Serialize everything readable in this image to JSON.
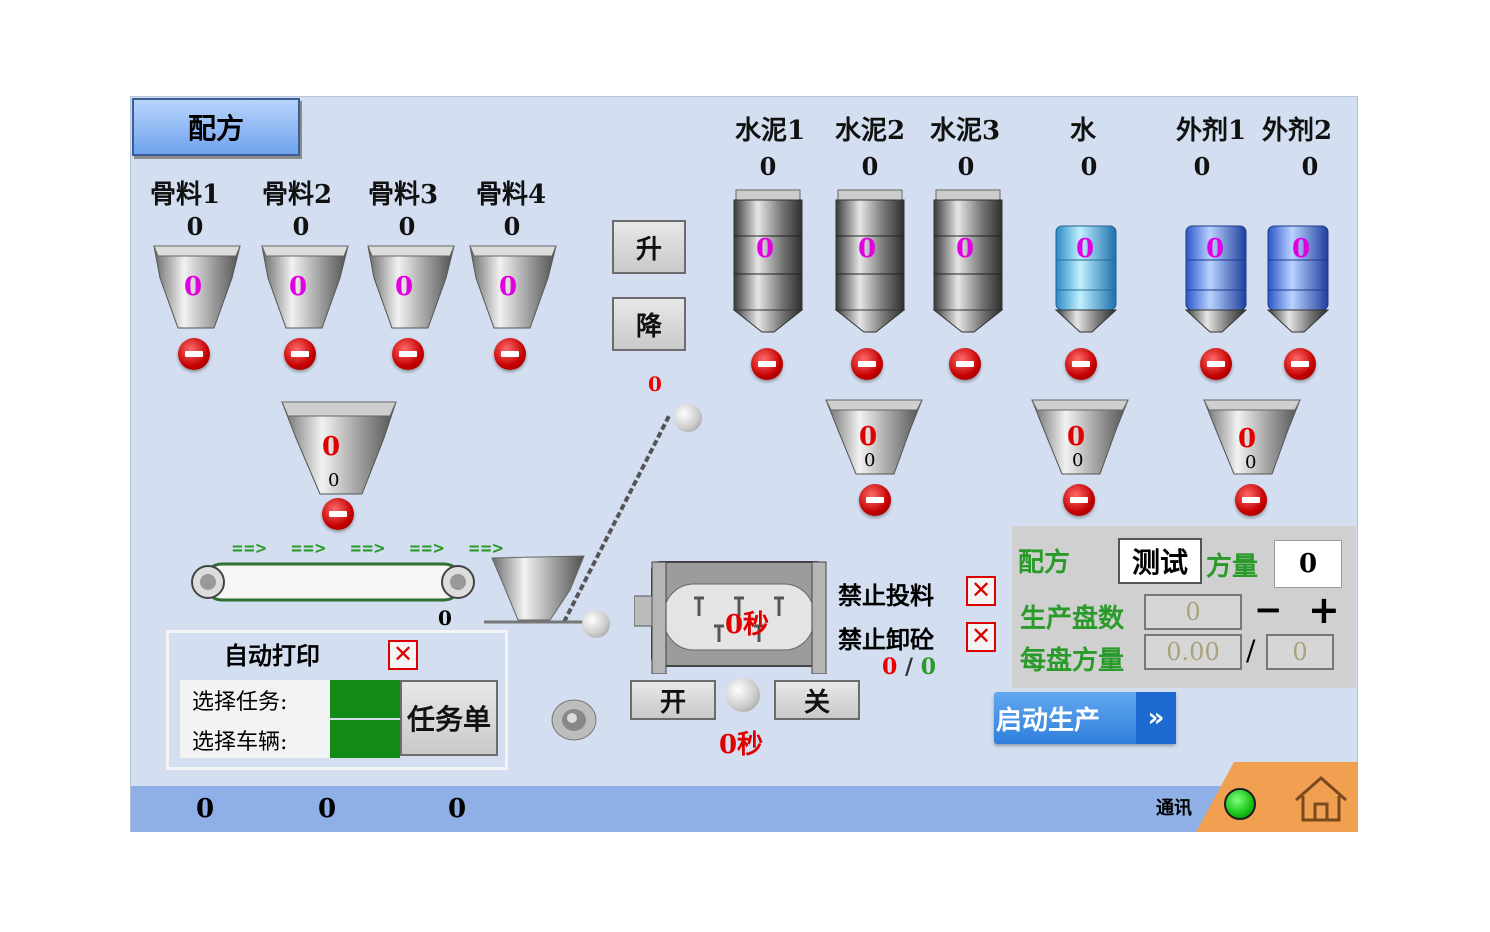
{
  "recipe_button": "配方",
  "aggregates": [
    {
      "label": "骨料1",
      "value": "0",
      "level": "0"
    },
    {
      "label": "骨料2",
      "value": "0",
      "level": "0"
    },
    {
      "label": "骨料3",
      "value": "0",
      "level": "0"
    },
    {
      "label": "骨料4",
      "value": "0",
      "level": "0"
    }
  ],
  "agg_scale": {
    "weight": "0",
    "sub": "0"
  },
  "belt": {
    "arrows": "==>  ==>  ==>  ==>  ==>",
    "value": "0"
  },
  "lift": {
    "up": "升",
    "down": "降",
    "value": "0"
  },
  "silos": [
    {
      "label": "水泥1",
      "value": "0",
      "level": "0"
    },
    {
      "label": "水泥2",
      "value": "0",
      "level": "0"
    },
    {
      "label": "水泥3",
      "value": "0",
      "level": "0"
    }
  ],
  "water": {
    "label": "水",
    "value": "0",
    "level": "0"
  },
  "additives": [
    {
      "label": "外剂1",
      "value": "0",
      "level": "0"
    },
    {
      "label": "外剂2",
      "value": "0",
      "level": "0"
    }
  ],
  "hoppers": [
    {
      "weight": "0",
      "sub": "0"
    },
    {
      "weight": "0",
      "sub": "0"
    },
    {
      "weight": "0",
      "sub": "0"
    }
  ],
  "mixer": {
    "time": "0秒",
    "open": "开",
    "close": "关",
    "discharge_time": "0秒"
  },
  "forbid": {
    "feed": "禁止投料",
    "unload": "禁止卸砼",
    "x": "✕",
    "count_a": "0",
    "slash": "/",
    "count_b": "0"
  },
  "auto_print": {
    "title": "自动打印",
    "x": "✕",
    "select_task": "选择任务:",
    "select_vehicle": "选择车辆:",
    "task_button": "任务单"
  },
  "recipe_panel": {
    "recipe_label": "配方",
    "recipe_value": "测试",
    "volume_label": "方量",
    "volume_value": "0",
    "batches_label": "生产盘数",
    "batches_value": "0",
    "minus": "−",
    "plus": "+",
    "per_batch_label": "每盘方量",
    "per_batch_value": "0.00",
    "slash": "/",
    "per_batch_total": "0"
  },
  "start_button": {
    "label": "启动生产",
    "arrow": "»"
  },
  "status_bar": {
    "v1": "0",
    "v2": "0",
    "v3": "0",
    "comm_label": "通讯"
  },
  "colors": {
    "panel_bg": "#d3dff0",
    "status_bar": "#8fb0e6",
    "accent_orange": "#f0a050",
    "start_btn": "#3c8be0",
    "comm_ok": "#22cc22"
  }
}
